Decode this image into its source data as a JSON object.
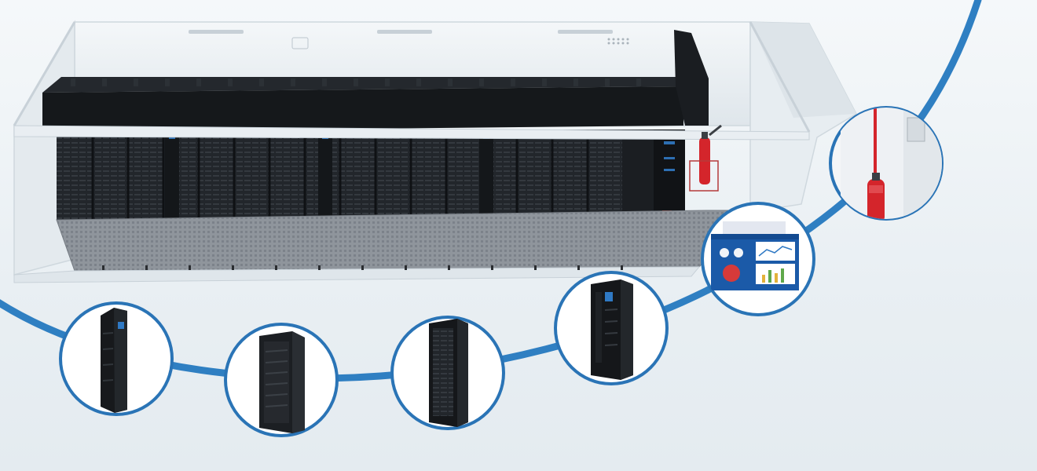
{
  "scene": {
    "subject": "containerized-data-center",
    "colors": {
      "arc": "#2f7fc2",
      "circle_border": "#2a74b6",
      "container_frame": "#d9e2e8",
      "rack": "#1d2024",
      "floor": "#8d939a",
      "extinguisher": "#d4252b",
      "screen_bg": "#1b5aa8"
    },
    "components": [
      {
        "id": "in-row-cooling-unit",
        "icon": "in-row-ac-icon"
      },
      {
        "id": "server-rack",
        "icon": "server-rack-icon"
      },
      {
        "id": "network-cabinet",
        "icon": "network-cabinet-icon"
      },
      {
        "id": "ups-power-cabinet",
        "icon": "ups-cabinet-icon"
      },
      {
        "id": "monitoring-software",
        "icon": "monitoring-dashboard-icon"
      },
      {
        "id": "fire-suppression-system",
        "icon": "fire-extinguisher-icon"
      }
    ]
  }
}
